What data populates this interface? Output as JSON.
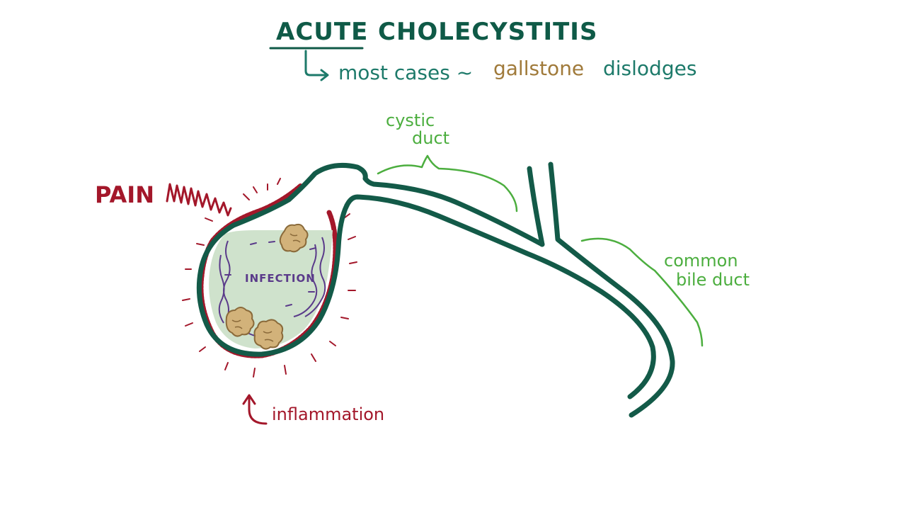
{
  "title": {
    "word1": "ACUTE",
    "word2": "CHOLECYSTITIS"
  },
  "subtitle": {
    "part1": "most cases ~",
    "part2": "gallstone",
    "part3": "dislodges"
  },
  "labels": {
    "cystic_line1": "cystic",
    "cystic_line2": "duct",
    "common_line1": "common",
    "common_line2": "bile duct",
    "pain": "PAIN",
    "infection": "INFECTION",
    "inflammation": "inflammation"
  },
  "colors": {
    "title": "#0f5a47",
    "subtitle_teal": "#1d7a6a",
    "gallstone_brown": "#a07a3a",
    "duct_outline": "#135a48",
    "label_green": "#4cae3f",
    "pain_red": "#a3172a",
    "bile_fill": "#cfe2cc",
    "infection_purple": "#5a3a8a",
    "stone_fill": "#d2b27a",
    "stone_outline": "#8a6a3a"
  }
}
